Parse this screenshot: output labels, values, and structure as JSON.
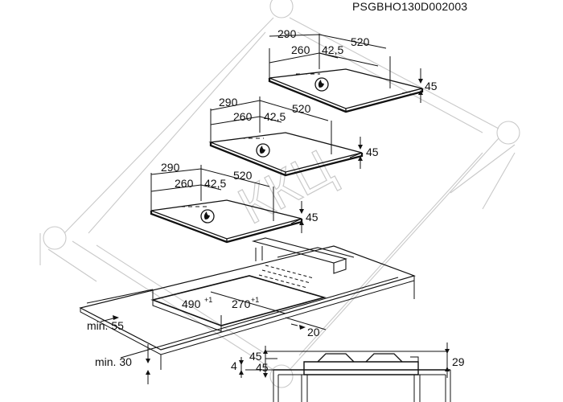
{
  "drawing_code": "PSGBHO130D002003",
  "watermark_text": "ККЦ",
  "hobs": [
    {
      "depth": "290",
      "half_depth": "260",
      "offset": "42,5",
      "width": "520",
      "height": "45"
    },
    {
      "depth": "290",
      "half_depth": "260",
      "offset": "42,5",
      "width": "520",
      "height": "45"
    },
    {
      "depth": "290",
      "half_depth": "260",
      "offset": "42,5",
      "width": "520",
      "height": "45"
    }
  ],
  "cutout": {
    "width_main": "490",
    "width_main_tol": "+1",
    "depth_main": "270",
    "depth_main_tol": "+1",
    "edge": "20",
    "min_side": "min. 55",
    "min_bottom": "min. 30"
  },
  "section": {
    "thickness": "4",
    "height_left": "45",
    "height_total": "45",
    "height_right": "29"
  }
}
